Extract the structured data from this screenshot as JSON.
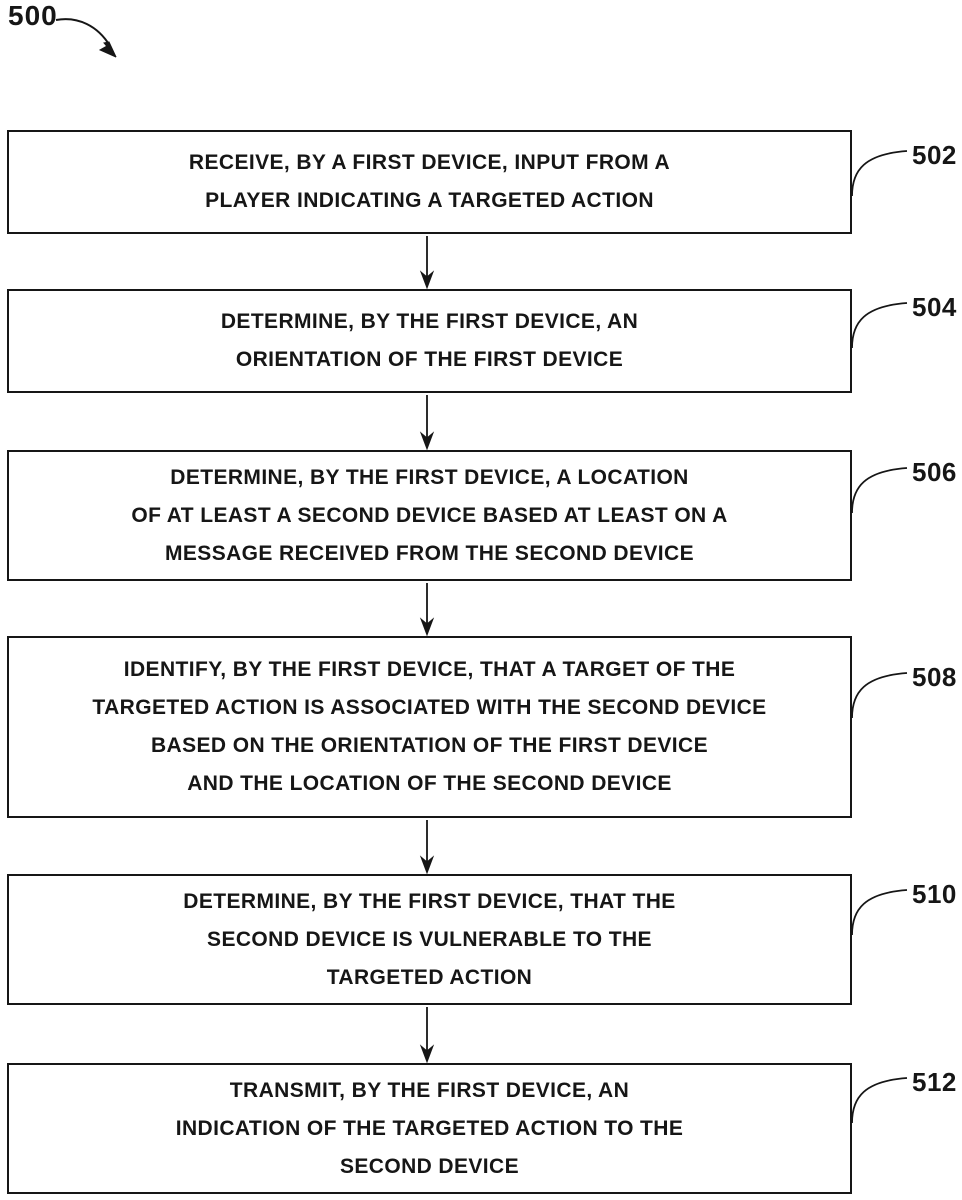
{
  "figure": {
    "ref": "500"
  },
  "boxes": [
    {
      "ref": "502",
      "lines": [
        "RECEIVE, BY A FIRST DEVICE, INPUT FROM A",
        "PLAYER INDICATING A TARGETED ACTION"
      ]
    },
    {
      "ref": "504",
      "lines": [
        "DETERMINE, BY THE FIRST DEVICE, AN",
        "ORIENTATION OF THE FIRST DEVICE"
      ]
    },
    {
      "ref": "506",
      "lines": [
        "DETERMINE, BY THE FIRST DEVICE, A LOCATION",
        "OF AT LEAST A SECOND DEVICE BASED AT LEAST ON A",
        "MESSAGE RECEIVED FROM THE SECOND DEVICE"
      ]
    },
    {
      "ref": "508",
      "lines": [
        "IDENTIFY, BY THE FIRST DEVICE, THAT A TARGET OF THE",
        "TARGETED ACTION IS ASSOCIATED WITH THE SECOND DEVICE",
        "BASED ON THE ORIENTATION OF THE FIRST DEVICE",
        "AND THE LOCATION OF THE SECOND DEVICE"
      ]
    },
    {
      "ref": "510",
      "lines": [
        "DETERMINE, BY THE FIRST DEVICE, THAT THE",
        "SECOND DEVICE IS VULNERABLE TO THE",
        "TARGETED ACTION"
      ]
    },
    {
      "ref": "512",
      "lines": [
        "TRANSMIT, BY THE FIRST DEVICE, AN",
        "INDICATION OF THE TARGETED ACTION TO THE",
        "SECOND DEVICE"
      ]
    }
  ],
  "colors": {
    "ink": "#161616",
    "background": "#ffffff"
  }
}
